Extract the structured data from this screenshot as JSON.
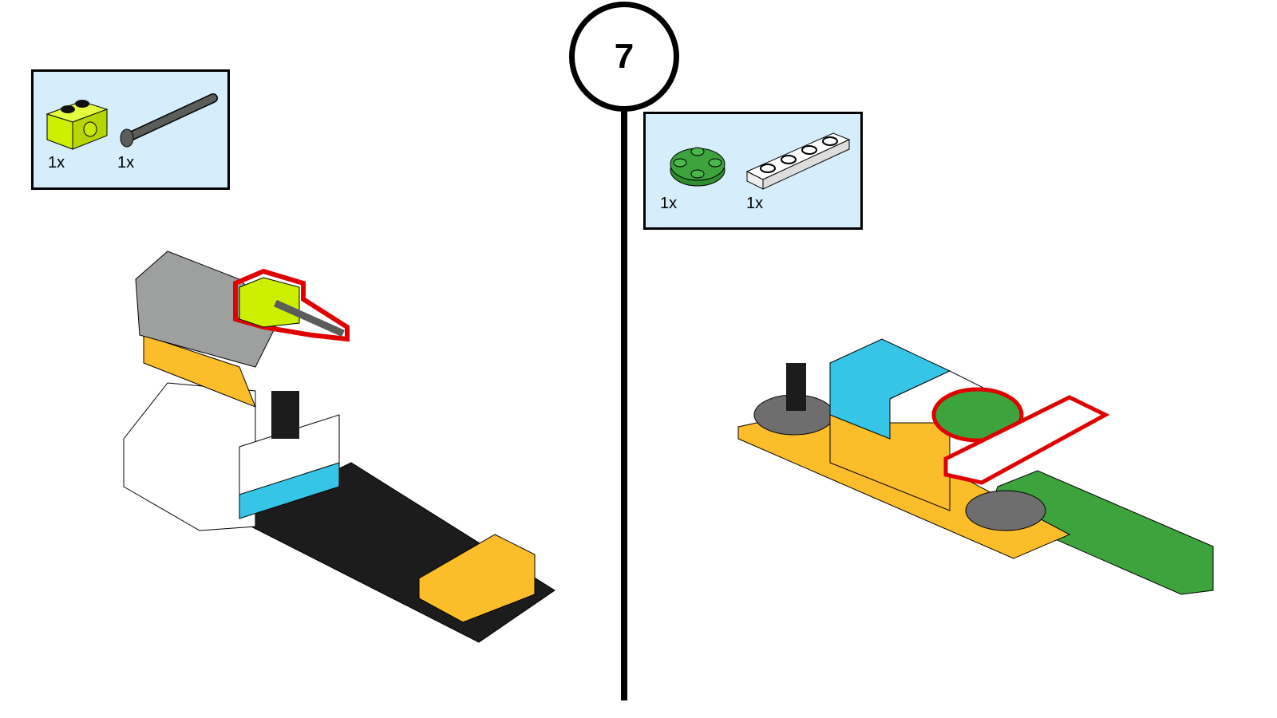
{
  "step": {
    "number": "7"
  },
  "left_panel": {
    "parts": [
      {
        "name": "lime-technic-brick-1x2",
        "quantity": "1x",
        "color": "#ccf000"
      },
      {
        "name": "dark-grey-axle-with-stop",
        "quantity": "1x",
        "color": "#5a5d5a"
      }
    ]
  },
  "right_panel": {
    "parts": [
      {
        "name": "green-round-plate-2x2",
        "quantity": "1x",
        "color": "#3da33d"
      },
      {
        "name": "white-plate-1x4",
        "quantity": "1x",
        "color": "#ffffff"
      }
    ]
  },
  "colors": {
    "highlight": "#e00000",
    "parts_bg": "#d6eefc",
    "yellow": "#fbbd2a",
    "azure": "#36c5e6",
    "black": "#1c1c1c"
  }
}
